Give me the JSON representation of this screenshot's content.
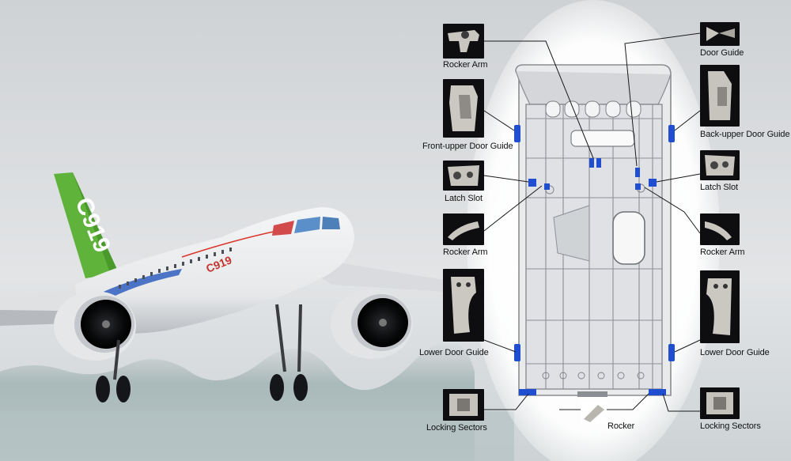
{
  "airplane": {
    "tail_text": "C919",
    "fuselage_text": "C919"
  },
  "callouts": {
    "rocker_arm_top": "Rocker Arm",
    "front_upper_door_guide": "Front-upper Door Guide",
    "latch_slot_left": "Latch Slot",
    "rocker_arm_left": "Rocker Arm",
    "lower_door_guide_left": "Lower Door Guide",
    "locking_sectors_left": "Locking Sectors",
    "rocker": "Rocker",
    "door_guide": "Door Guide",
    "back_upper_door_guide": "Back-upper Door Guide",
    "latch_slot_right": "Latch Slot",
    "rocker_arm_right": "Rocker Arm",
    "lower_door_guide_right": "Lower Door Guide",
    "locking_sectors_right": "Locking Sectors"
  },
  "colors": {
    "part_blue": "#1f4fd0",
    "tail_green": "#5fb33a",
    "thumb_bg": "#0e0e10"
  }
}
